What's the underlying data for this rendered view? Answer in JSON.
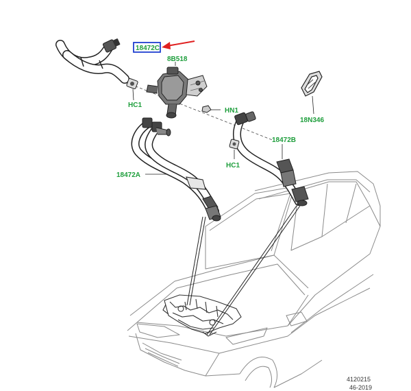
{
  "colors": {
    "label_green": "#1e9e3c",
    "highlight_blue": "#1f3fd0",
    "pointer_red": "#e02020",
    "line_dark": "#222222",
    "car_line": "#8a8a8a"
  },
  "parts": {
    "highlighted": "18472C",
    "valve": "8B518",
    "clip_left": "HC1",
    "nut": "HN1",
    "grommet": "18N346",
    "hose_b": "18472B",
    "clip_right": "HC1",
    "hose_a": "18472A"
  },
  "reference": {
    "figure_number": "4120215",
    "date": "46-2019"
  }
}
